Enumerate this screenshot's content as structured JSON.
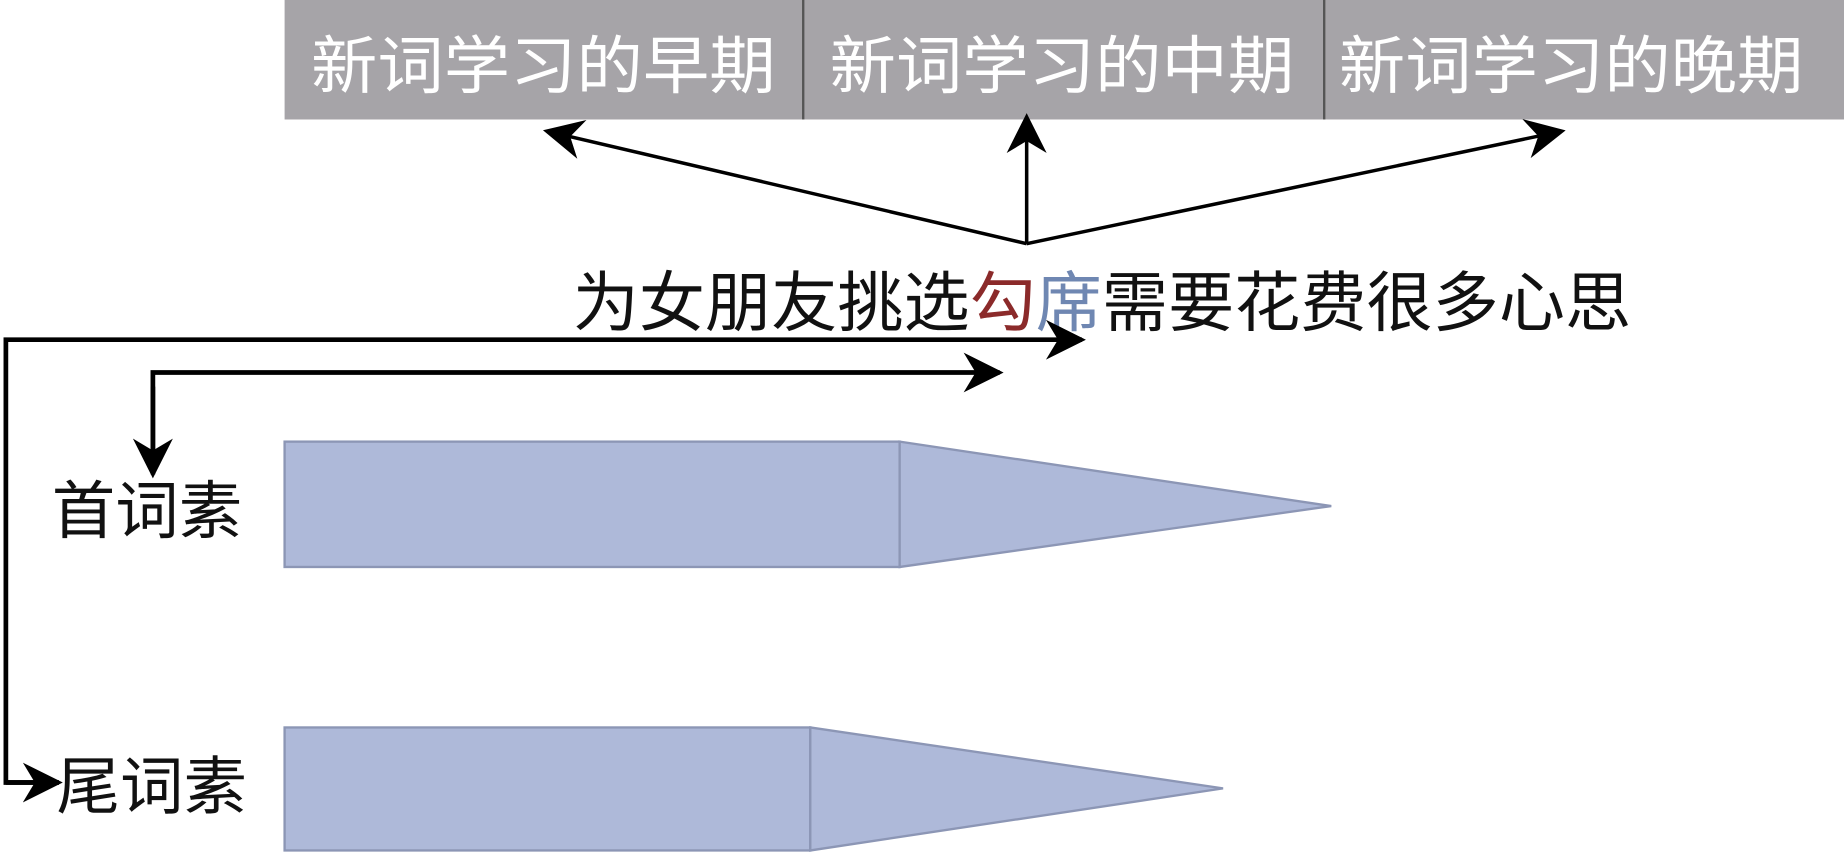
{
  "stages": [
    {
      "label": "新词学习的早期"
    },
    {
      "label": "新词学习的中期"
    },
    {
      "label": "新词学习的晚期"
    }
  ],
  "sentence": {
    "before": "为女朋友挑选",
    "first_morpheme": "勾",
    "second_morpheme": "席",
    "after": "需要花费很多心思"
  },
  "morphemes": {
    "first_label": "首词素",
    "last_label": "尾词素"
  },
  "colors": {
    "stage_bar": "#a6a4a8",
    "first_morpheme": "#8b2a2a",
    "second_morpheme": "#6f87b2",
    "shape_fill": "#aeb9d9",
    "shape_stroke": "#8c96b5"
  }
}
